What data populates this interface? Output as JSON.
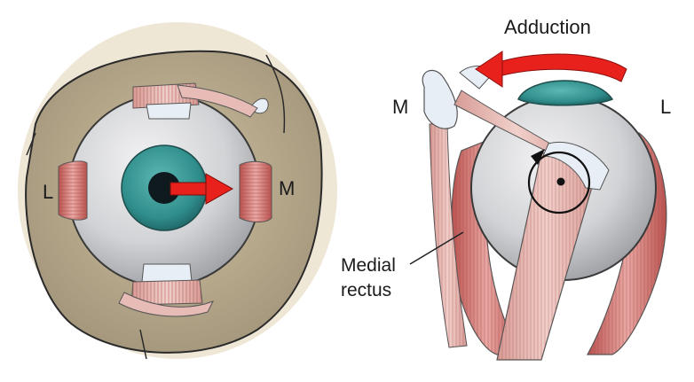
{
  "left_panel": {
    "label_left": "L",
    "label_right": "M"
  },
  "right_panel": {
    "motion_label": "Adduction",
    "label_left": "M",
    "label_right": "L",
    "muscle_label_line1": "Medial",
    "muscle_label_line2": "rectus"
  },
  "colors": {
    "orbit_bone": "#c6b79a",
    "orbit_shadow": "#a89a7e",
    "eyeball": "#d9dadd",
    "iris": "#2f8d8b",
    "pupil": "#0f1a1f",
    "muscle": "#e7b0ad",
    "muscle_dark": "#c4625e",
    "tendon": "#e8eef5",
    "arrow_red": "#e8211c"
  }
}
